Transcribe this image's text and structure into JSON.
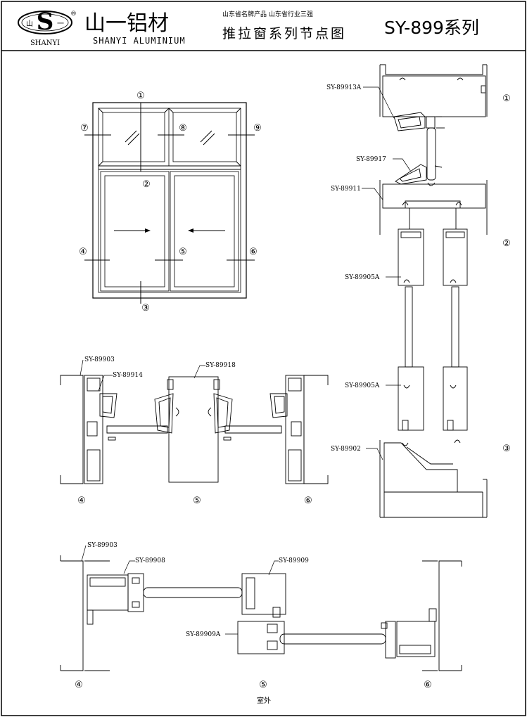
{
  "header": {
    "logo_letter": "S",
    "logo_left": "山",
    "logo_right": "一",
    "logo_registered": "®",
    "logo_caption": "SHANYI",
    "company_cn": "山一铝材",
    "company_en": "SHANYI ALUMINIUM",
    "tagline": "山东省名牌产品   山东省行业三强",
    "drawing_title": "推拉窗系列节点图",
    "series": "SY-899系列"
  },
  "elevation": {
    "markers": [
      "①",
      "②",
      "③",
      "④",
      "⑤",
      "⑥",
      "⑦",
      "⑧",
      "⑨"
    ]
  },
  "right_section": {
    "parts": [
      "SY-89913A",
      "SY-89917",
      "SY-89911",
      "SY-89905A",
      "SY-89905A",
      "SY-89902"
    ],
    "markers": [
      "①",
      "②",
      "③"
    ]
  },
  "middle_section": {
    "parts": [
      "SY-89903",
      "SY-89914",
      "SY-89918"
    ],
    "markers": [
      "④",
      "⑤",
      "⑥"
    ]
  },
  "bottom_section": {
    "parts": [
      "SY-89903",
      "SY-89908",
      "SY-89909",
      "SY-89909A"
    ],
    "markers": [
      "④",
      "⑤",
      "⑥"
    ],
    "exterior_label": "室外"
  }
}
